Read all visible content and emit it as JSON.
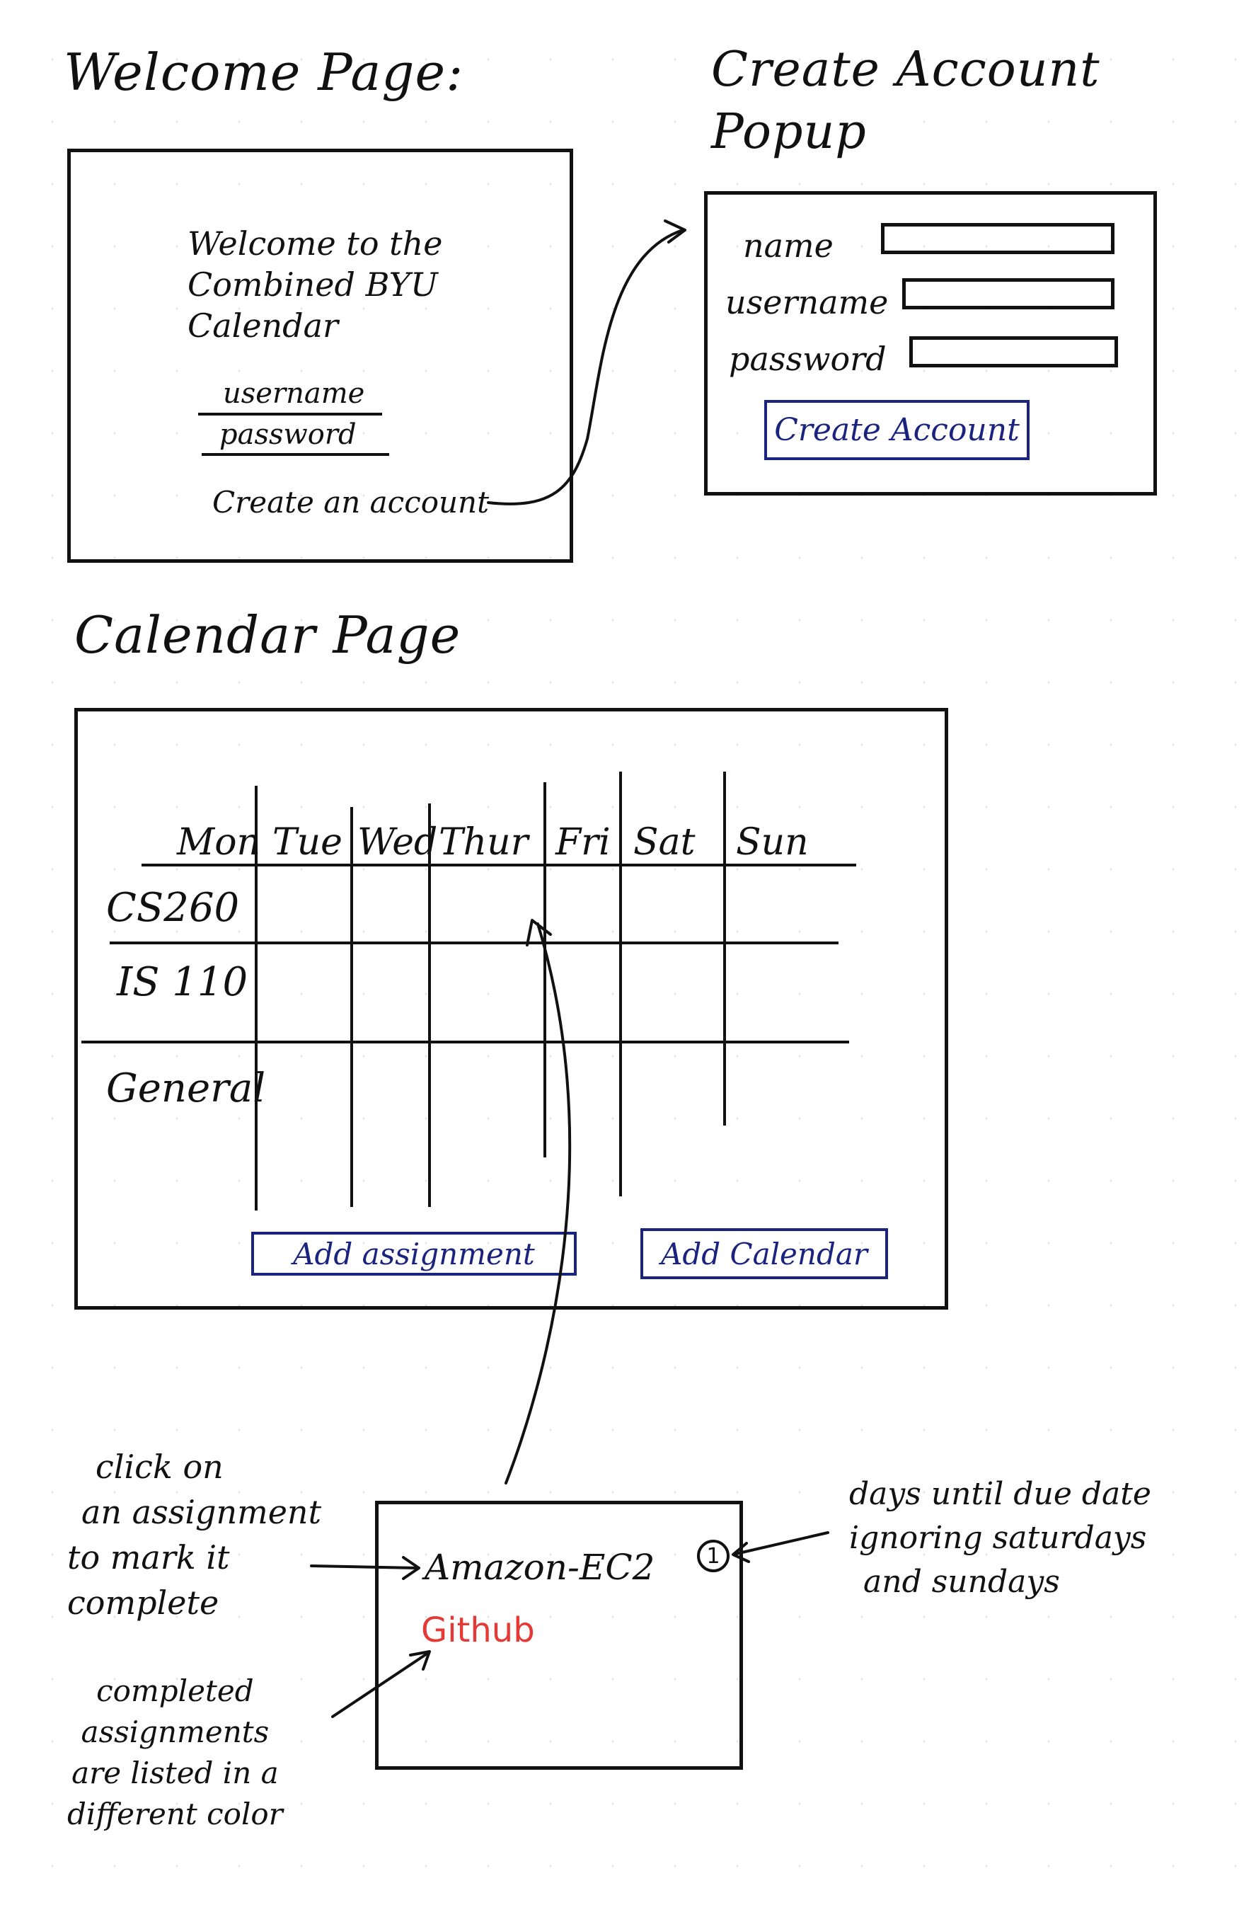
{
  "welcome": {
    "heading": "Welcome Page:",
    "intro_line1": "Welcome to the",
    "intro_line2": "Combined BYU",
    "intro_line3": "Calendar",
    "username_label": "username",
    "password_label": "password",
    "create_account_link": "Create an account"
  },
  "popup": {
    "heading_line1": "Create Account",
    "heading_line2": "Popup",
    "fields": [
      {
        "label": "name"
      },
      {
        "label": "username"
      },
      {
        "label": "password"
      }
    ],
    "submit_label": "Create Account"
  },
  "calendar": {
    "heading": "Calendar Page",
    "days": [
      "Mon",
      "Tue",
      "Wed",
      "Thur",
      "Fri",
      "Sat",
      "Sun"
    ],
    "rows": [
      "CS260",
      "IS 110",
      "General"
    ],
    "add_assignment_label": "Add assignment",
    "add_calendar_label": "Add Calendar"
  },
  "detail": {
    "assignment": "Amazon-EC2",
    "days_badge": "1",
    "completed_assignment": "Github",
    "completed_color": "#e53935",
    "note_click_line1": "click on",
    "note_click_line2": "an assignment",
    "note_click_line3": "to mark it",
    "note_click_line4": "complete",
    "note_completed_line1": "completed",
    "note_completed_line2": "assignments",
    "note_completed_line3": "are listed in a",
    "note_completed_line4": "different color",
    "note_days_line1": "days until due date",
    "note_days_line2": "ignoring saturdays",
    "note_days_line3": "and sundays"
  },
  "colors": {
    "ink": "#111111",
    "button_ink": "#1a237e",
    "completed": "#e53935"
  }
}
